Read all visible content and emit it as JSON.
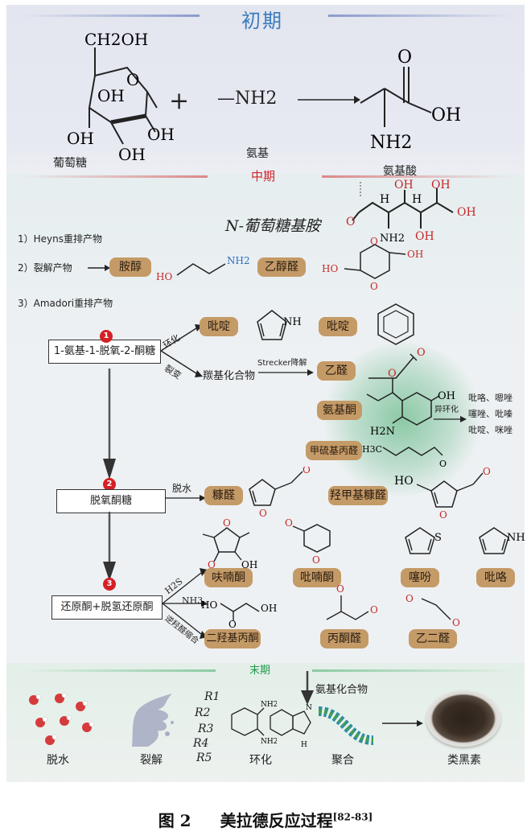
{
  "stages": {
    "early": "初期",
    "middle": "中期",
    "late": "末期"
  },
  "early": {
    "glucose_groups": {
      "ch2oh": "CH2OH",
      "oh1": "OH",
      "oh2": "OH",
      "oh3": "OH",
      "oh4": "OH",
      "o_ring": "O"
    },
    "glucose_label": "葡萄糖",
    "plus": "+",
    "amine_formula": "—NH2",
    "amine_label": "氨基",
    "amino_acid_label": "氨基酸",
    "aa_groups": {
      "o": "O",
      "oh": "OH",
      "nh2": "NH2"
    }
  },
  "middle": {
    "glucosylamine_label": "N-葡萄糖基胺",
    "glucosylamine_groups": {
      "oh1": "OH",
      "oh2": "OH",
      "oh3": "OH",
      "oh4": "OH",
      "h1": "H",
      "h2": "H",
      "o": "O",
      "nh2": "NH2"
    },
    "item1": "1）Heyns重排产物",
    "item2": "2）裂解产物",
    "item2_pill1": "胺醇",
    "item2_pill2": "乙醇醛",
    "ethanolamine_groups": {
      "ho": "HO",
      "nh2": "NH2"
    },
    "dioxane_groups": {
      "ho": "HO",
      "oh": "OH",
      "o1": "O",
      "o2": "O"
    },
    "item3": "3）Amadori重排产物",
    "box1": "1-氨基-1-脱氧-2-酮糖",
    "arrow_cyclize": "环化",
    "arrow_crack": "裂变",
    "pill_pyridine_top": "吡啶",
    "pill_pyridine2": "吡啶",
    "carbonyl_text": "羰基化合物",
    "strecker": "Strecker降解",
    "pill_acetaldehyde": "乙醛",
    "pill_aminoketone": "氨基酮",
    "heterocyclize": "异环化",
    "hetero_products": [
      "吡咯、嗯唑",
      "噻唑、吡嗪",
      "吡啶、咪唑"
    ],
    "pill_methional": "甲硫基丙醛",
    "methional_formula": "H3C",
    "pyrrole_nh": "NH",
    "aminoketone_groups": {
      "o": "O",
      "oh": "OH",
      "h2n": "H2N"
    },
    "aldehyde_o": "O"
  },
  "lower": {
    "box2": "脱氧酮糖",
    "dehydrate": "脱水",
    "pill_furfural": "糠醛",
    "pill_hmf": "羟甲基糠醛",
    "hmf_groups": {
      "ho": "HO",
      "o_ring": "O",
      "o_ald": "O"
    },
    "furfural_groups": {
      "o_ring": "O",
      "o_ald": "O"
    },
    "box3": "还原酮+脱氢还原酮",
    "h2s": "H2S",
    "nh3": "NH3",
    "retro_aldol": "逆羟醛缩合",
    "pill_furanone": "呋喃酮",
    "pill_pyranone": "吡喃酮",
    "pill_thiophene": "噻吩",
    "pill_pyrrole": "吡咯",
    "pill_dihydroxyacetone": "二羟基丙酮",
    "pill_pyruvaldehyde": "丙酮醛",
    "pill_glyoxal": "乙二醛",
    "furanone_groups": {
      "o1": "O",
      "o2": "O",
      "oh": "OH"
    },
    "pyranone_groups": {
      "o1": "O",
      "o2": "O"
    },
    "thiophene_s": "S",
    "pyrrole_nh": "NH",
    "dha_groups": {
      "ho": "HO",
      "oh": "OH",
      "o": "O"
    },
    "pyruv_groups": {
      "o1": "O",
      "o2": "O"
    },
    "glyox_groups": {
      "o1": "O",
      "o2": "O"
    }
  },
  "badges": [
    "1",
    "2",
    "3"
  ],
  "late": {
    "carbonyl_compound": "氨基化合物",
    "dehydrate": "脱水",
    "crack": "裂解",
    "r_groups": [
      "R1",
      "R2",
      "R3",
      "R4",
      "R5"
    ],
    "cyclize": "环化",
    "nh2_top": "NH2",
    "nh2_bottom": "NH2",
    "triazole_n": "N",
    "triazole_h": "H",
    "polymerize": "聚合",
    "melanoidin": "类黑素"
  },
  "caption": {
    "fig": "图 2",
    "title": "美拉德反应过程",
    "refs": "[82-83]"
  },
  "colors": {
    "panel": "#eef1f3",
    "pill": "#c49a67",
    "early_title": "#3b7bbf",
    "middle_title": "#d0232a",
    "late_title": "#1f9a4b",
    "badge": "#d61f25",
    "glow": "#3aa866"
  }
}
